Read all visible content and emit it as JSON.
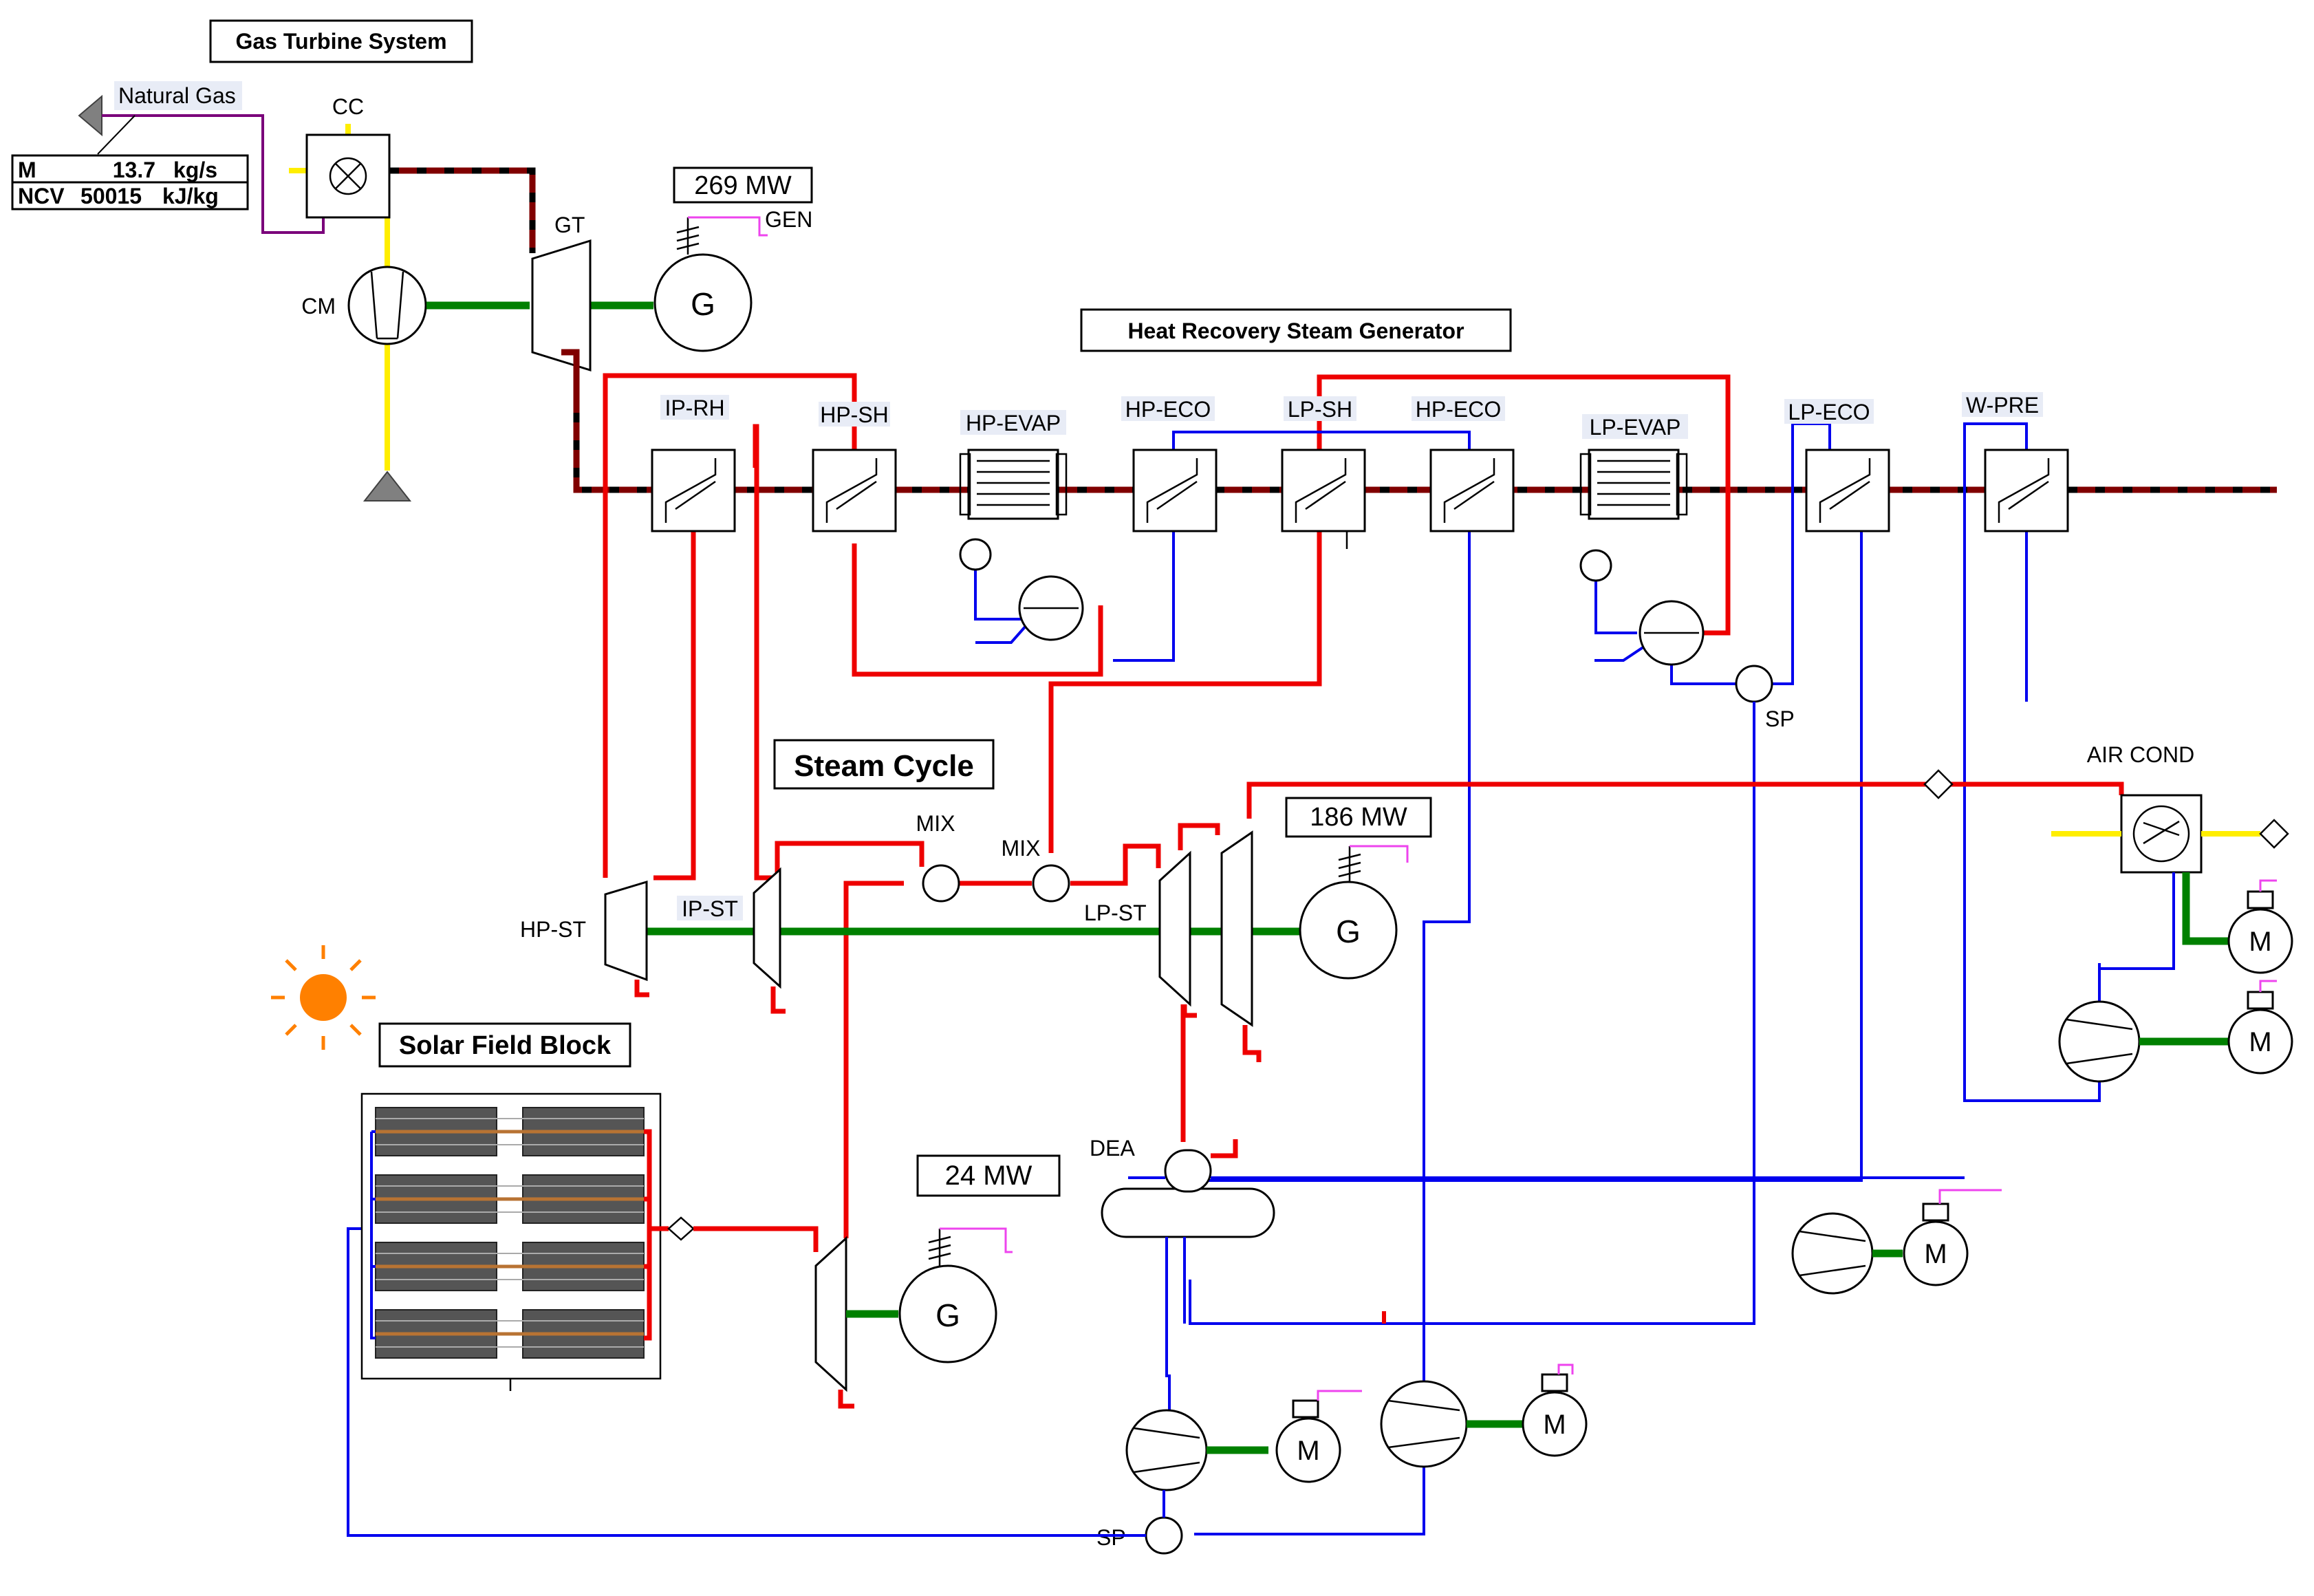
{
  "titles": {
    "gas_turbine": "Gas Turbine System",
    "hrsg": "Heat Recovery Steam Generator",
    "steam_cycle": "Steam Cycle",
    "solar": "Solar Field Block"
  },
  "fuel": {
    "name": "Natural Gas",
    "m_key": "M",
    "m_value": "13.7",
    "m_unit": "kg/s",
    "ncv_key": "NCV",
    "ncv_value": "50015",
    "ncv_unit": "kJ/kg"
  },
  "power": {
    "gt": "269  MW",
    "st": "186  MW",
    "solar": "24  MW"
  },
  "components": {
    "cc": "CC",
    "cm": "CM",
    "gt": "GT",
    "gen_label": "GEN",
    "generator_symbol": "G",
    "motor_symbol": "M",
    "ip_rh": "IP-RH",
    "hp_sh": "HP-SH",
    "hp_evap": "HP-EVAP",
    "hp_eco_1": "HP-ECO",
    "lp_sh": "LP-SH",
    "hp_eco_2": "HP-ECO",
    "lp_evap": "LP-EVAP",
    "lp_eco": "LP-ECO",
    "w_pre": "W-PRE",
    "sp_1": "SP",
    "sp_2": "SP",
    "mix_1": "MIX",
    "mix_2": "MIX",
    "hp_st": "HP-ST",
    "ip_st": "IP-ST",
    "lp_st": "LP-ST",
    "dea": "DEA",
    "air_cond": "AIR COND"
  },
  "colors": {
    "flue_gas": "#800000",
    "steam": "#ee0000",
    "water": "#0000ee",
    "shaft": "#008000",
    "natural_gas": "#7a007a",
    "air": "#ffee00",
    "signal": "#ee44ee",
    "sun": "#ff8000"
  },
  "icons": [
    "sun-icon",
    "generator-icon",
    "motor-icon",
    "pump-icon",
    "compressor-icon",
    "turbine-icon",
    "heat-exchanger-icon",
    "drum-icon",
    "combustion-chamber-icon",
    "solar-collector-icon"
  ]
}
